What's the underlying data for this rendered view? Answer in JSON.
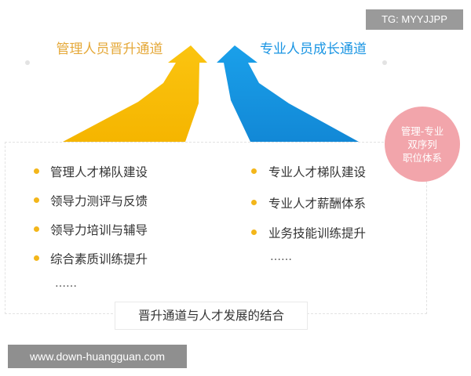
{
  "watermark": {
    "top_right": "TG: MYYJJPP",
    "bottom_left": "www.down-huangguan.com"
  },
  "left_channel": {
    "title": "管理人员晋升通道",
    "color": "#f5b500",
    "items": [
      "管理人才梯队建设",
      "领导力测评与反馈",
      "领导力培训与辅导",
      "综合素质训练提升"
    ],
    "ellipsis": "……"
  },
  "right_channel": {
    "title": "专业人员成长通道",
    "color": "#1794e0",
    "items": [
      "专业人才梯队建设",
      "专业人才薪酬体系",
      "业务技能训练提升"
    ],
    "ellipsis": "……"
  },
  "badge": {
    "lines": [
      "管理-专业",
      "双序列",
      "职位体系"
    ],
    "color": "#f2a5ab"
  },
  "caption": "晋升通道与人才发展的结合",
  "bullet_color": "#f3b61a"
}
